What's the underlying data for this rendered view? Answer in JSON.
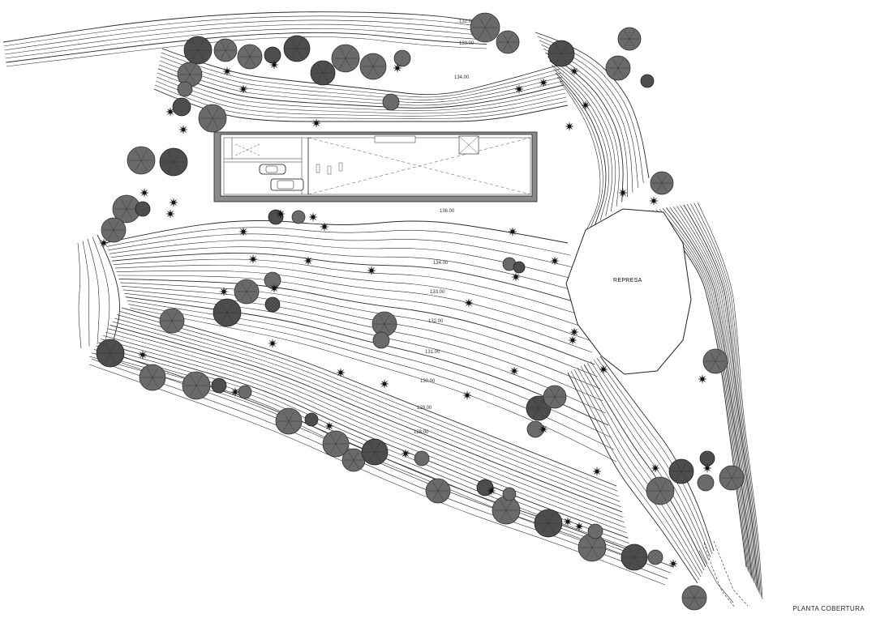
{
  "drawing": {
    "title": "PLANTA COBERTURA",
    "pond_label": "REPRESA",
    "contour_labels": [
      "132.00",
      "133.00",
      "134.00",
      "136.00",
      "134.00",
      "133.00",
      "132.00",
      "131.00",
      "130.00",
      "129.00",
      "128.00"
    ]
  },
  "colors": {
    "line": "#2b2b2b",
    "tree_fill": "#6a6a6a",
    "tree_dark": "#4d4d4d",
    "palm": "#111111",
    "background": "#ffffff"
  }
}
